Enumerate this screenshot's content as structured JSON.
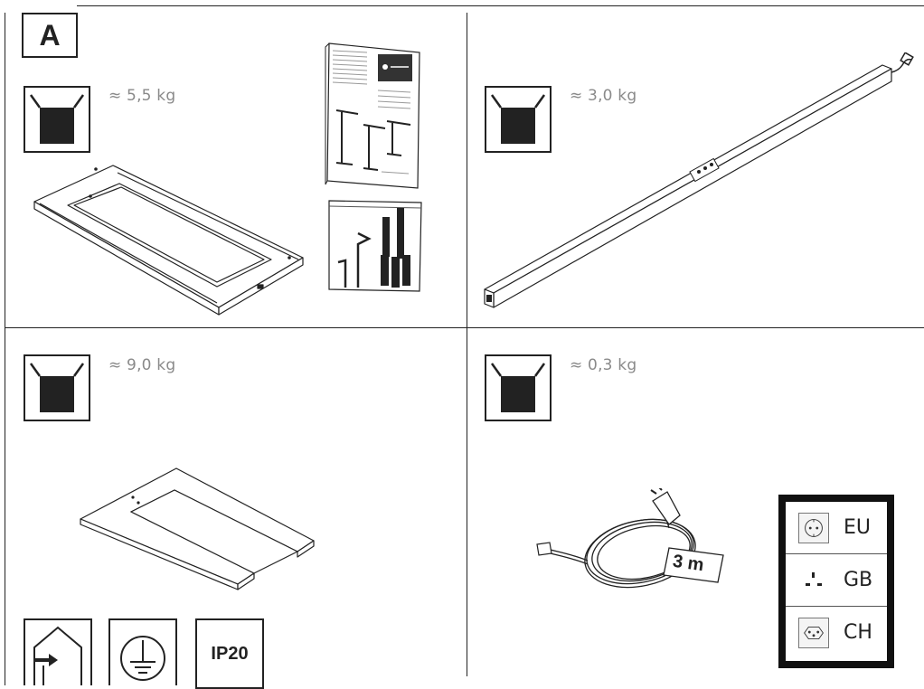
{
  "section_letter": "A",
  "packages": [
    {
      "weight": "≈ 5,5 kg"
    },
    {
      "weight": "≈ 3,0 kg"
    },
    {
      "weight": "≈ 9,0 kg"
    },
    {
      "weight": "≈ 0,3 kg"
    }
  ],
  "cable_length": "3 m",
  "ip_rating": "IP20",
  "plugs": [
    {
      "label": "EU",
      "icon": "eu-socket-icon"
    },
    {
      "label": "GB",
      "icon": "gb-socket-icon"
    },
    {
      "label": "CH",
      "icon": "ch-socket-icon"
    }
  ],
  "symbols": [
    "indoor-use-icon",
    "protective-earth-icon"
  ]
}
